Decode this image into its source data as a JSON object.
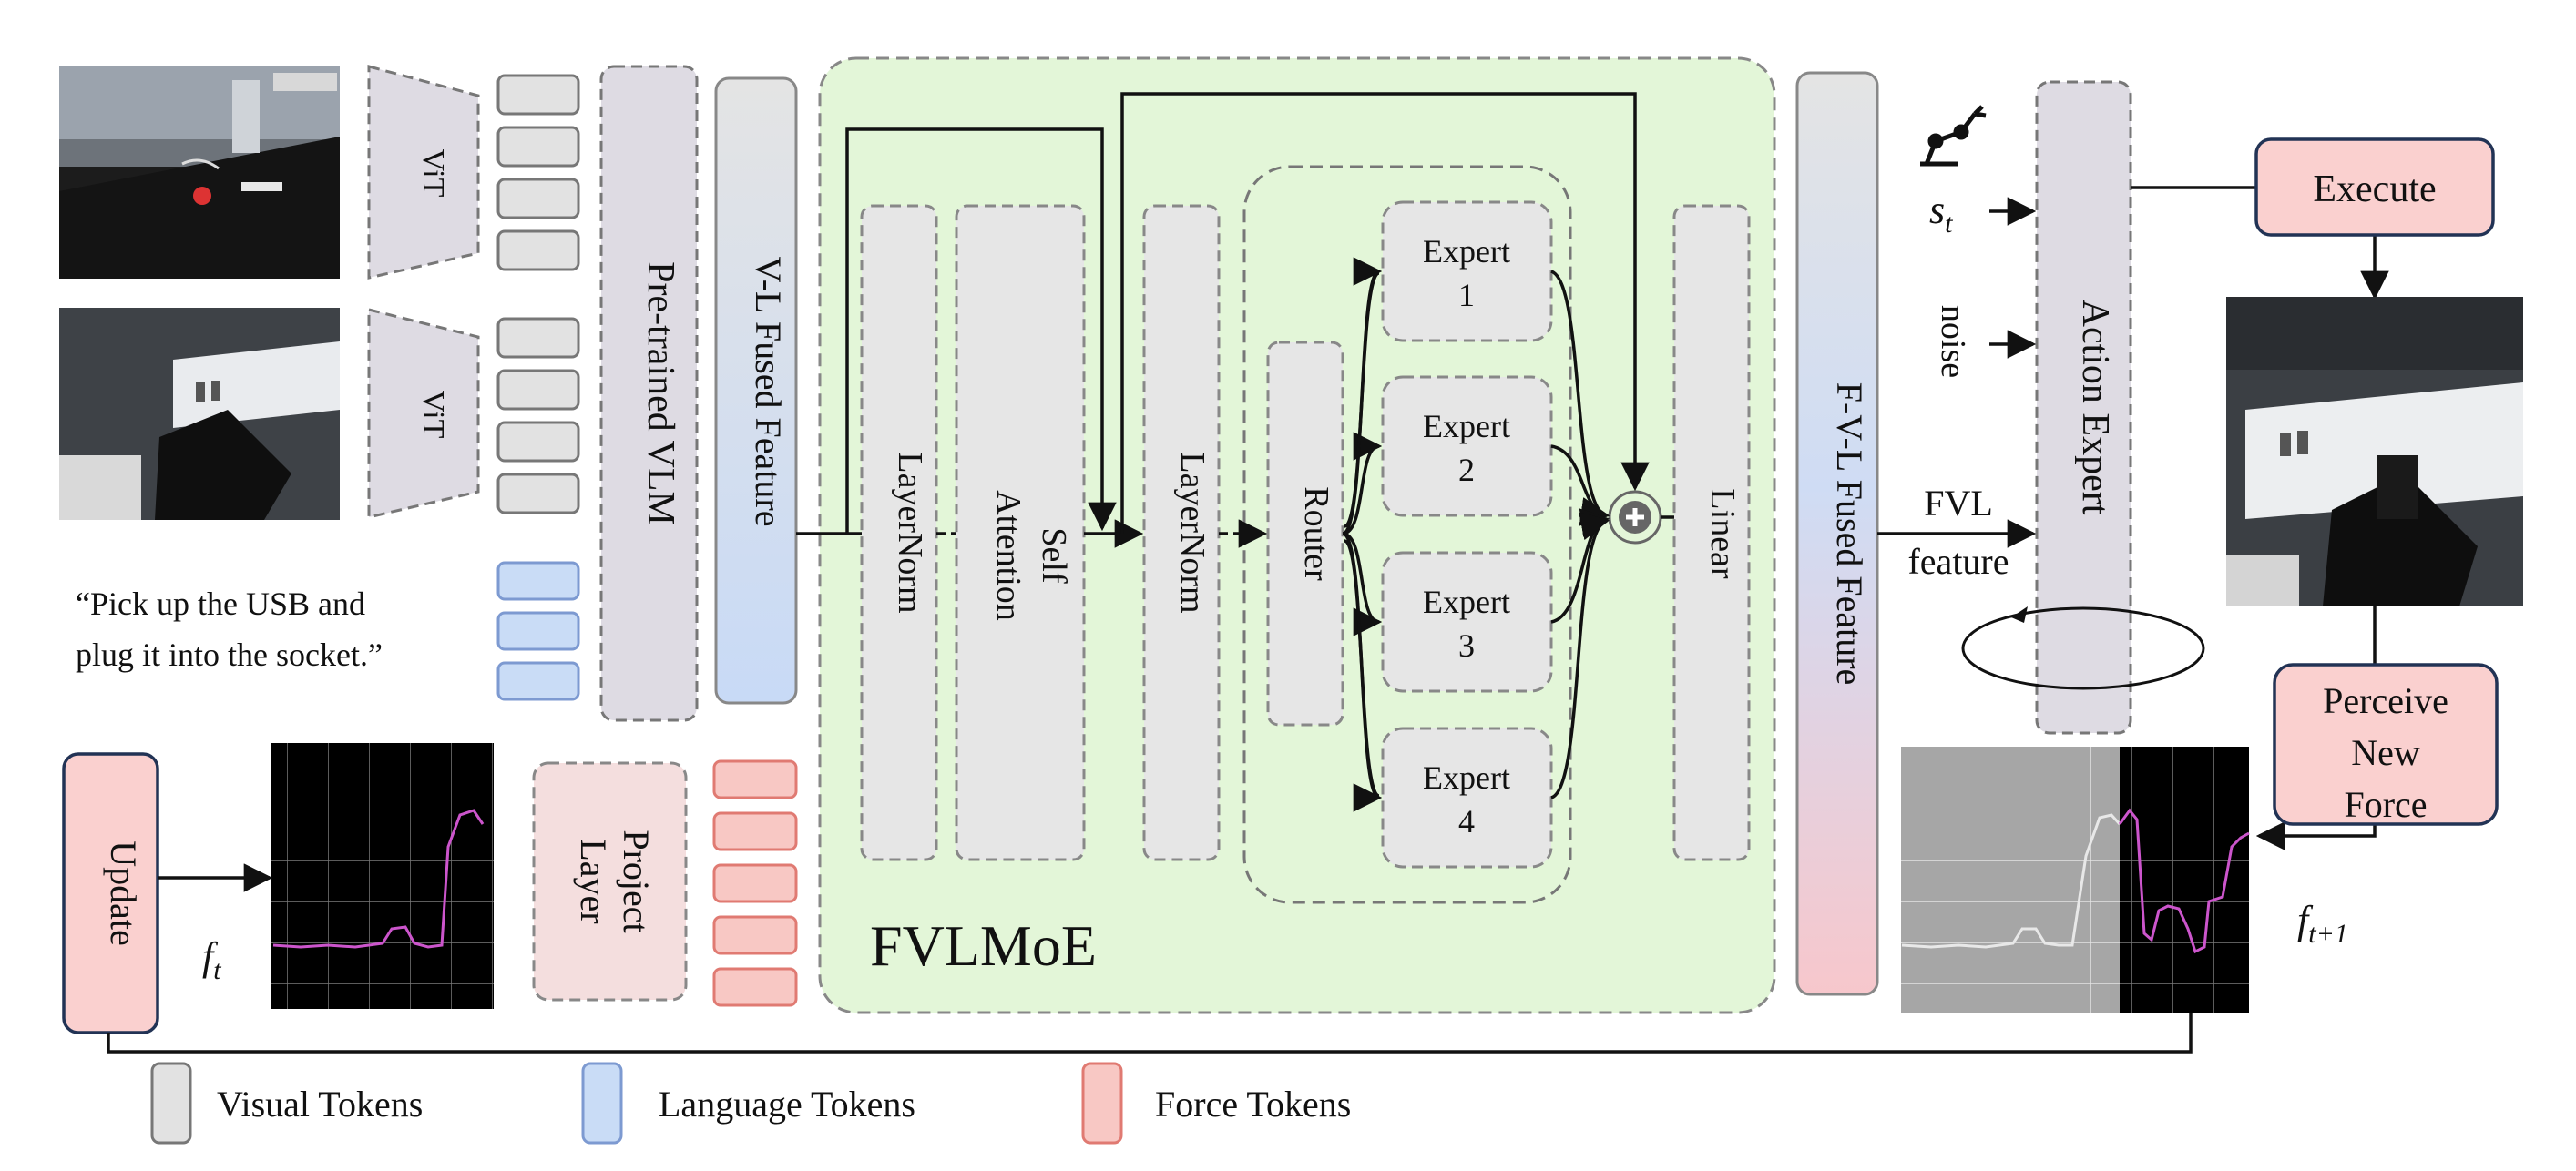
{
  "labels": {
    "vit": "ViT",
    "pretrained_vlm": "Pre-trained VLM",
    "vl_fused_feature": "V-L Fused Feature",
    "instruction_line1": "“Pick up the USB and",
    "instruction_line2": "plug it into the socket.”",
    "project_layer_line1": "Project",
    "project_layer_line2": "Layer",
    "update": "Update",
    "f_t": "f",
    "f_t_sub": "t",
    "layernorm": "LayerNorm",
    "self_attention_line1": "Self",
    "self_attention_line2": "Attention",
    "router": "Router",
    "expert": "Expert",
    "linear": "Linear",
    "fvlmoe": "FVLMoE",
    "fvl_fused_feature": "F-V-L Fused Feature",
    "s_t": "s",
    "s_t_sub": "t",
    "noise": "noise",
    "fvl_feature_line1": "FVL",
    "fvl_feature_line2": "feature",
    "action_expert": "Action Expert",
    "execute": "Execute",
    "perceive_line1": "Perceive",
    "perceive_line2": "New",
    "perceive_line3": "Force",
    "f_t1": "f",
    "f_t1_sub": "t+1"
  },
  "experts": [
    "1",
    "2",
    "3",
    "4"
  ],
  "legend": [
    {
      "label": "Visual Tokens",
      "color": "#e2e2e2",
      "stroke": "#777777"
    },
    {
      "label": "Language Tokens",
      "color": "#c9dcf6",
      "stroke": "#7d9ad1"
    },
    {
      "label": "Force Tokens",
      "color": "#f8c8c4",
      "stroke": "#e07a72"
    }
  ],
  "colors": {
    "moe_bg": "#e3f6d8",
    "grey_box": "#e6e6e6",
    "vlm_box": "#dedbe3",
    "pink_box": "#fad0cf",
    "blue_token": "#c9dcf6",
    "red_token": "#f8c8c4",
    "force_plot_line": "#cc55cc"
  },
  "icons": {
    "robot_arm": "robot-arm-icon",
    "plus": "plus-circle-icon",
    "loop": "loop-arrow-icon"
  },
  "photos": [
    "robot-scene-photo-1",
    "robot-wrist-photo-2",
    "socket-execution-photo"
  ]
}
